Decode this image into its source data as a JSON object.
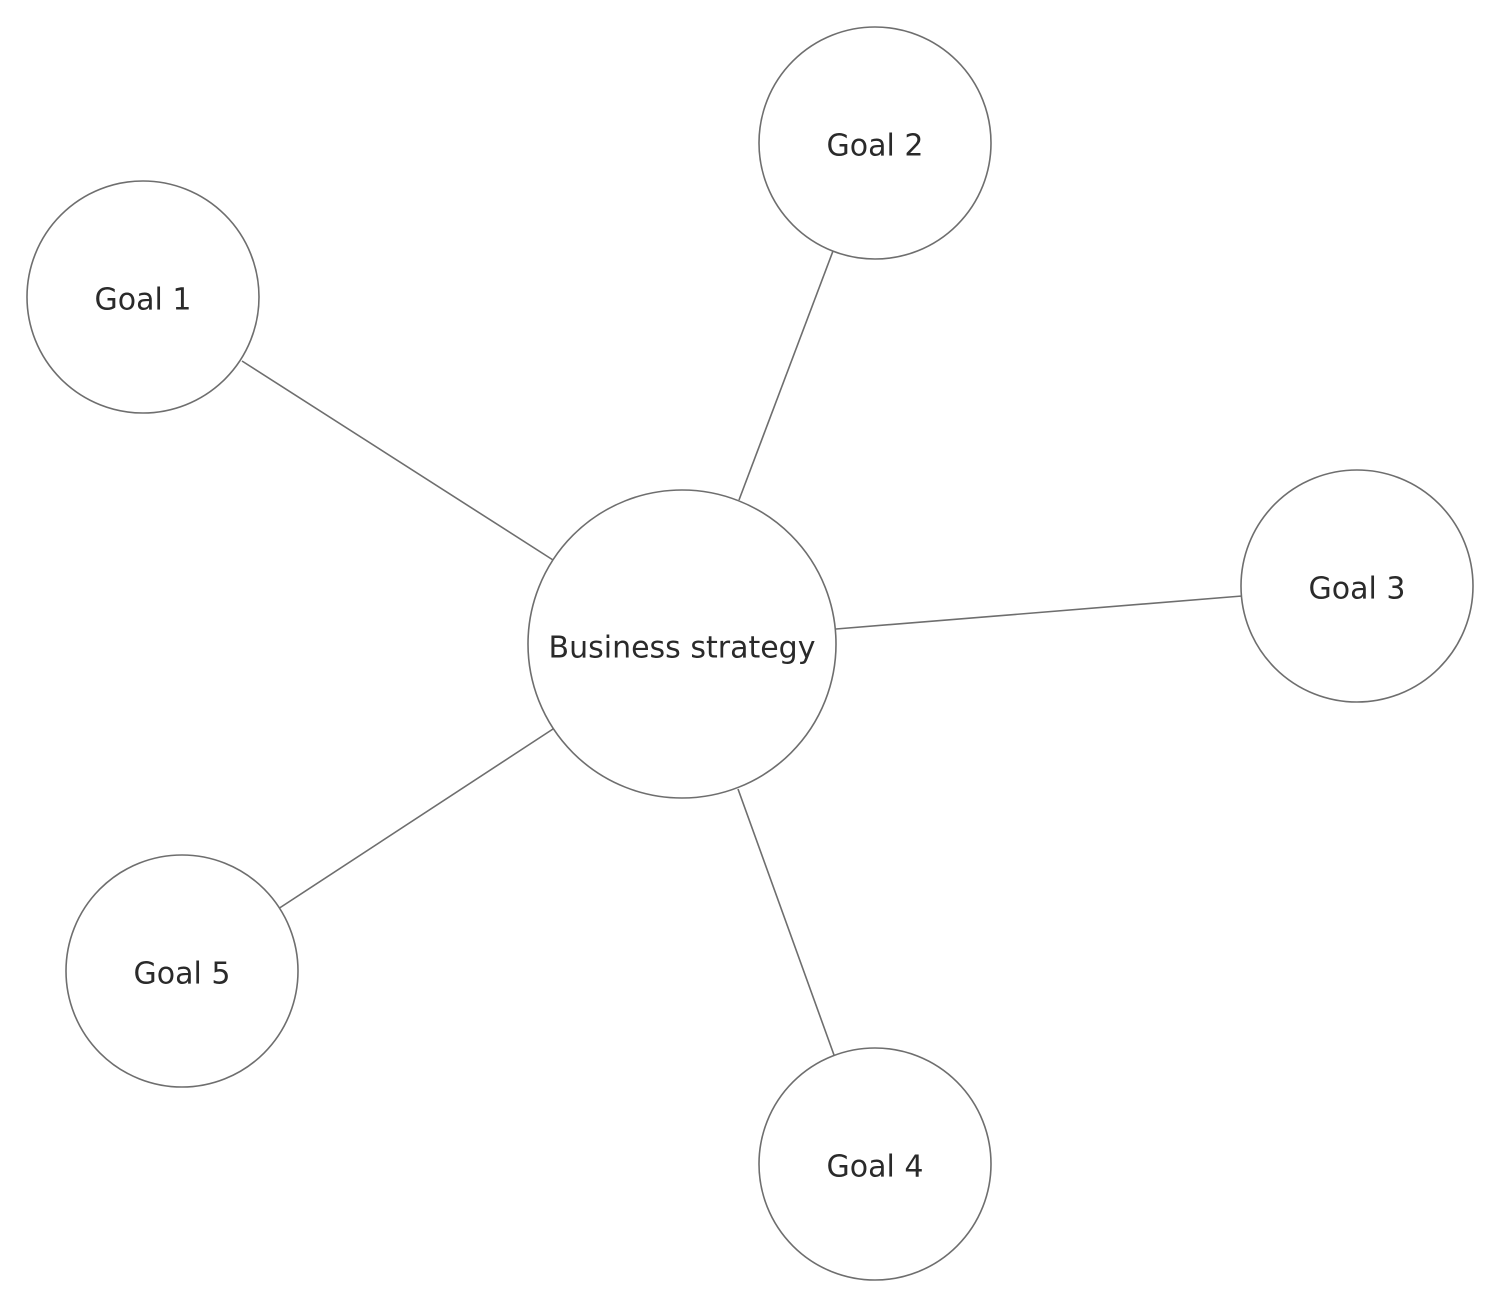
{
  "diagram": {
    "center": {
      "label": "Business strategy"
    },
    "goals": [
      {
        "label": "Goal 1"
      },
      {
        "label": "Goal 2"
      },
      {
        "label": "Goal 3"
      },
      {
        "label": "Goal 4"
      },
      {
        "label": "Goal 5"
      }
    ],
    "colors": {
      "stroke": "#6e6e6e",
      "text": "#2a2a2a",
      "background": "#ffffff"
    }
  }
}
